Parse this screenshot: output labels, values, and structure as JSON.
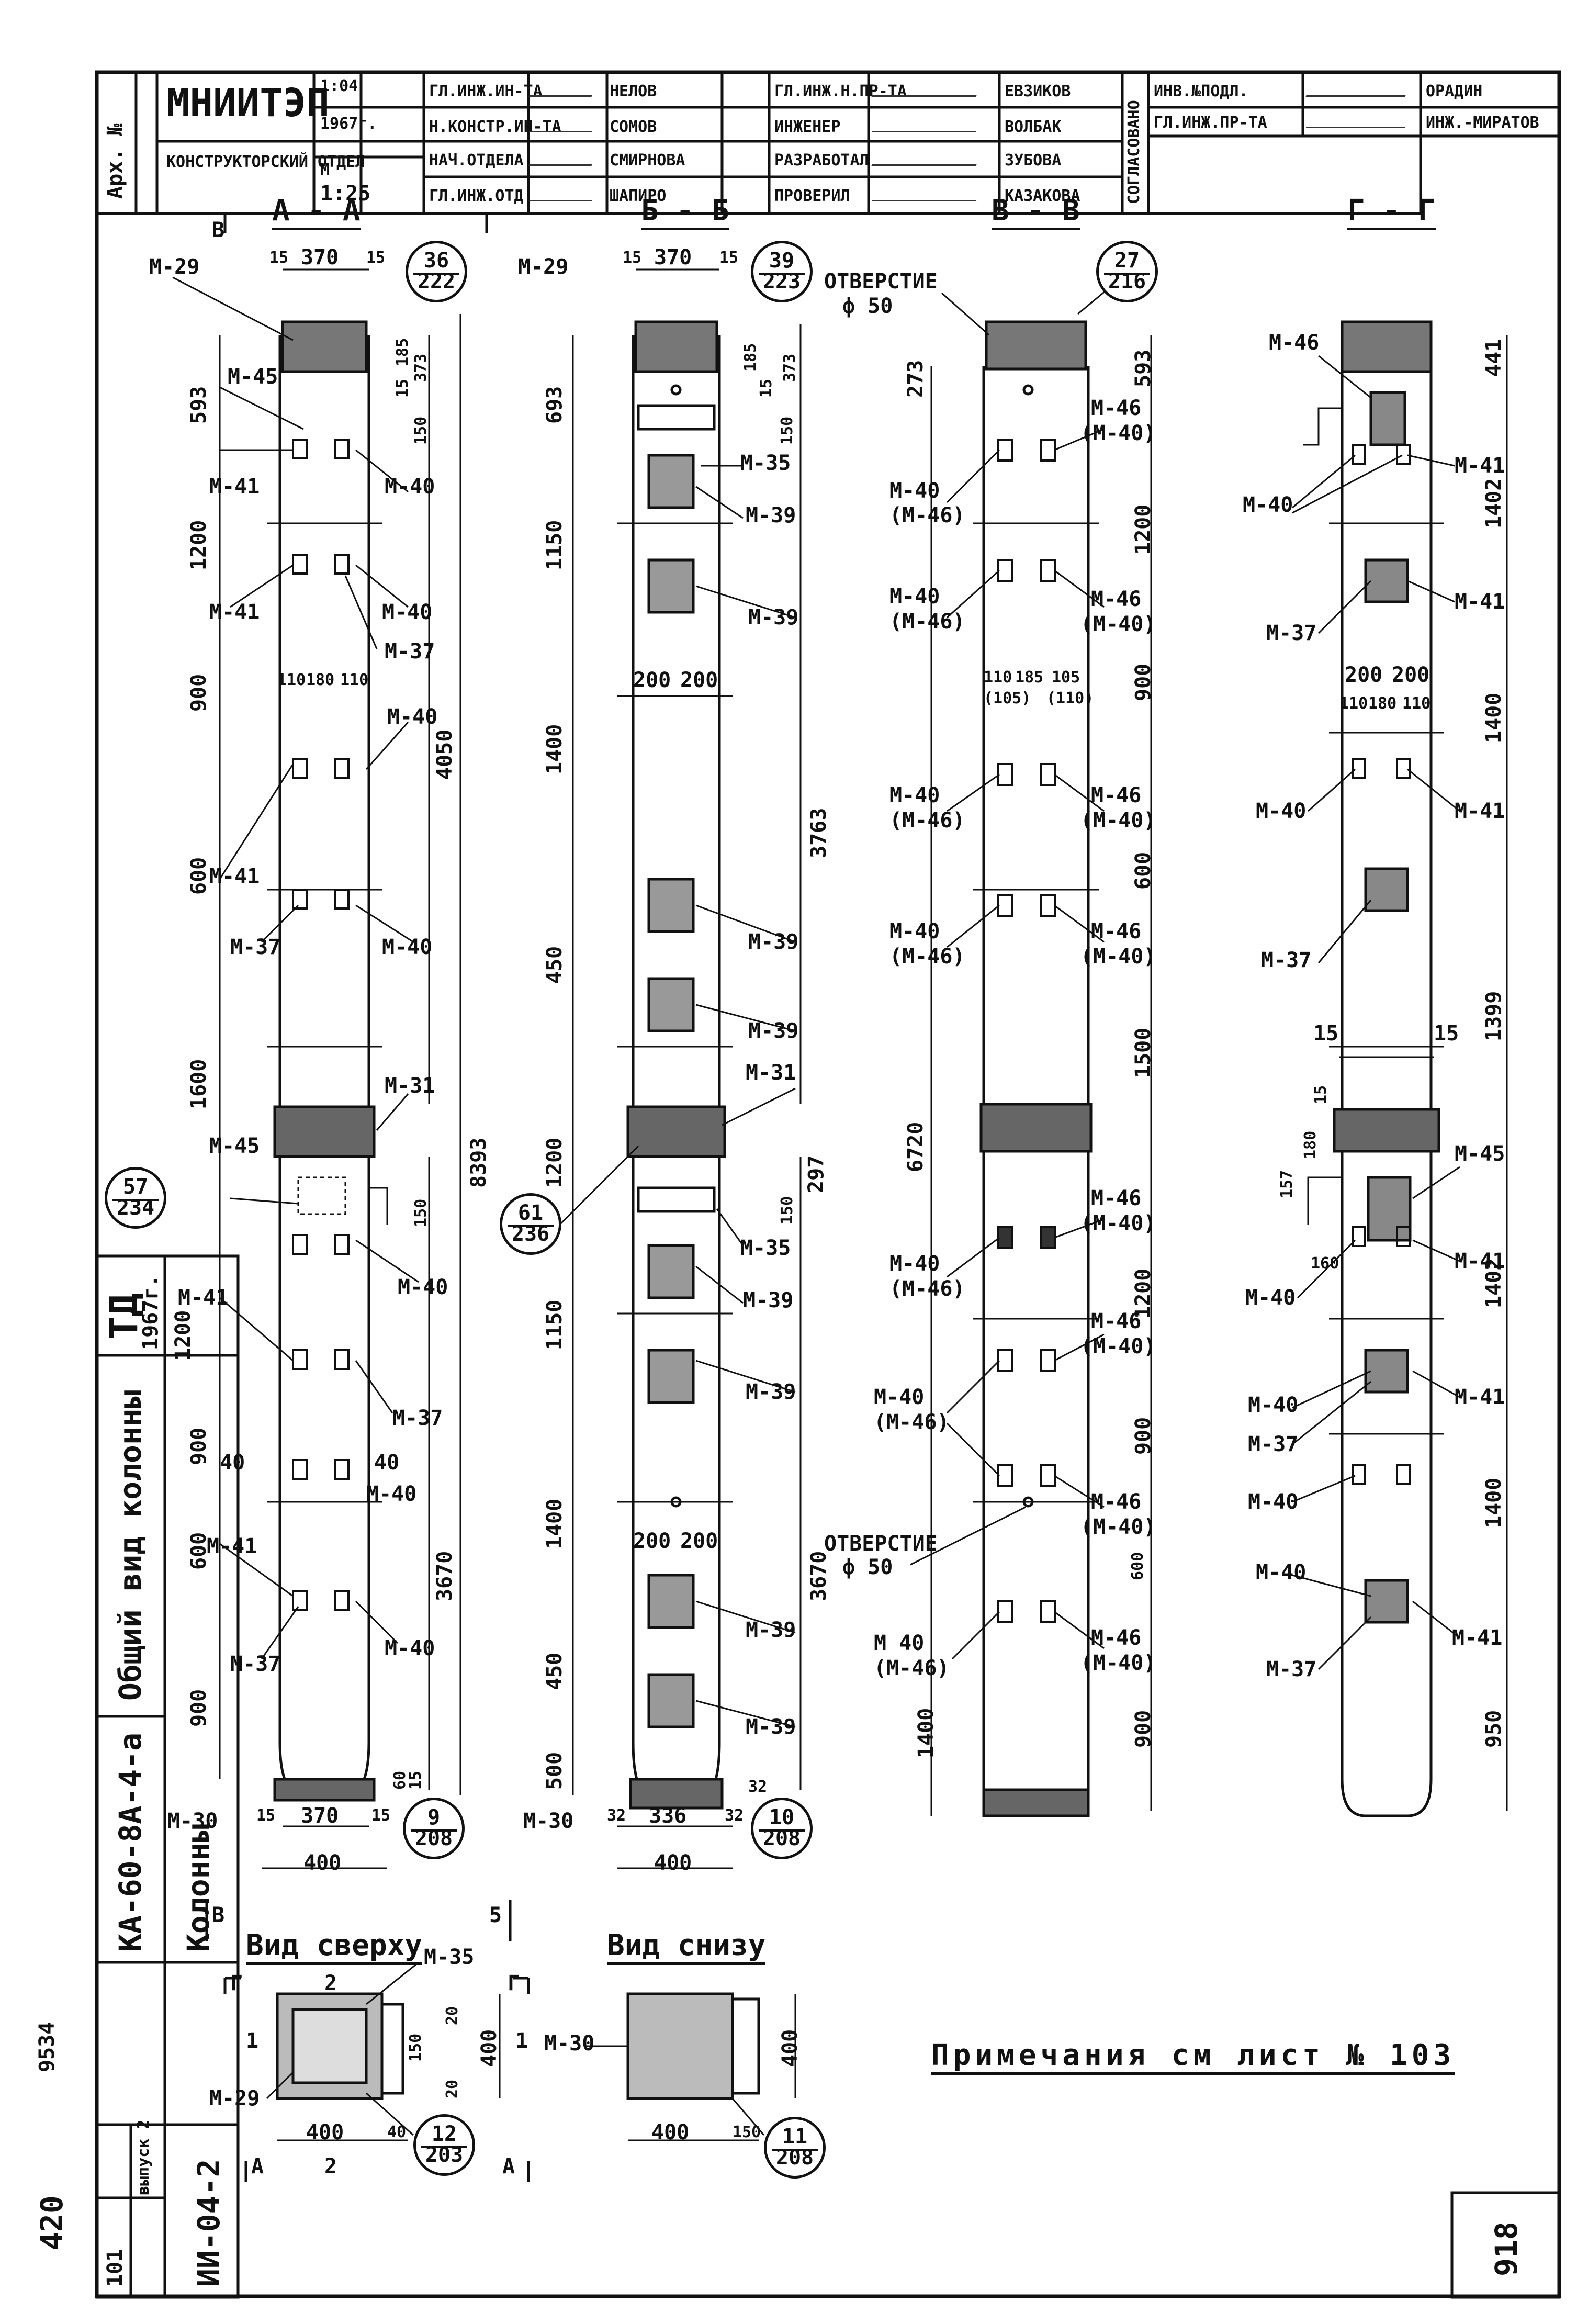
{
  "title_block": {
    "org": "МНИИТЭП",
    "dept": "КОНСТРУКТОРСКИЙ ОТДЕЛ",
    "doc_label": "Арх. №",
    "date_label": "1:04",
    "year": "1967г.",
    "scale_label": "М",
    "scale": "1:25",
    "cells": [
      {
        "role": "ГЛ.ИНЖ.ИН-ТА",
        "name": "НЕЛОВ"
      },
      {
        "role": "Н.КОНСТР.ИН-ТА",
        "name": "СОМОВ"
      },
      {
        "role": "НАЧ.ОТДЕЛА",
        "name": "СМИРНОВА"
      },
      {
        "role": "ГЛ.ИНЖ.ОТД.",
        "name": "ШАПИРО"
      },
      {
        "role": "ГЛ.ИНЖ.Н.ПР-ТА",
        "name": "ЕВЗИКОВ"
      },
      {
        "role": "ИНЖЕНЕР",
        "name": "ВОЛБАК"
      },
      {
        "role": "РАЗРАБОТАЛ",
        "name": "ЗУБОВА"
      },
      {
        "role": "ПРОВЕРИЛ",
        "name": "КАЗАКОВА"
      },
      {
        "role": "ИНВ.№ПОДЛ.",
        "name": "ОРАДИН"
      },
      {
        "role": "ГЛ.ИНЖ.ПР-ТА",
        "name": "ИНЖ.-МИРАТОВ"
      }
    ],
    "approved": "СОГЛАСОВАНО"
  },
  "side_block": {
    "code": "ТД",
    "year": "1967г.",
    "title_1": "Общий вид колонны",
    "title_2": "Колонны",
    "mark": "КА-60-8А-4-а",
    "number": "ИИ-04-2",
    "sheet_label": "выпуск 2",
    "sheet_no": "101",
    "stamp_1": "9534",
    "stamp_2": "420"
  },
  "sections": [
    {
      "id": "aa",
      "label": "А - А"
    },
    {
      "id": "bb",
      "label": "Б - Б"
    },
    {
      "id": "vv",
      "label": "В - В"
    },
    {
      "id": "gg",
      "label": "Г - Г"
    }
  ],
  "section_marks": {
    "b_left": "В",
    "five": "5"
  },
  "views": {
    "top": "Вид сверху",
    "bottom": "Вид снизу"
  },
  "note": "Примечания см лист № 103",
  "sheet_mark": "918",
  "col_aa": {
    "marks": [
      "М-29",
      "М-45",
      "М-41",
      "М-40",
      "М-41",
      "М-40",
      "М-37",
      "М-40",
      "М-41",
      "М-37",
      "М-40",
      "М-31",
      "М-45",
      "М-41",
      "М-40",
      "М-37",
      "М-40",
      "М-41",
      "М-37",
      "М-40",
      "М-30"
    ],
    "dims_left": [
      "593",
      "1200",
      "900",
      "600",
      "1600",
      "1200",
      "900",
      "600",
      "900"
    ],
    "dims_right": [
      "150",
      "4050",
      "8393",
      "3670",
      "150"
    ],
    "top": [
      "15",
      "370",
      "15"
    ],
    "bottom": [
      "15",
      "370",
      "15"
    ],
    "width": "400",
    "small": [
      "185",
      "373",
      "15",
      "110",
      "180",
      "110",
      "40",
      "40",
      "60",
      "15"
    ],
    "circles": [
      {
        "a": "36",
        "b": "222"
      },
      {
        "a": "57",
        "b": "234"
      },
      {
        "a": "9",
        "b": "208"
      }
    ]
  },
  "col_bb": {
    "marks": [
      "М-29",
      "М-35",
      "М-39",
      "М-39",
      "М-39",
      "М-39",
      "М-31",
      "М-35",
      "М-39",
      "М-39",
      "М-39",
      "М-39",
      "М-30"
    ],
    "dims_left": [
      "693",
      "1150",
      "1400",
      "450",
      "1200",
      "1150",
      "1400",
      "450",
      "500"
    ],
    "dims_right": [
      "150",
      "3763",
      "297",
      "150",
      "3670",
      "32"
    ],
    "top": [
      "15",
      "370",
      "15"
    ],
    "bottom": [
      "32",
      "336",
      "32"
    ],
    "width": "400",
    "small": [
      "185",
      "373",
      "15",
      "200",
      "200",
      "200",
      "200"
    ],
    "circles": [
      {
        "a": "39",
        "b": "223"
      },
      {
        "a": "61",
        "b": "236"
      },
      {
        "a": "10",
        "b": "208"
      }
    ]
  },
  "col_vv": {
    "hole": "ОТВЕРСТИЕ",
    "hole_d": "ф 50",
    "marks_left": [
      "М-40",
      "(М-46)",
      "М-40",
      "(М-46)",
      "М-40",
      "(М-46)",
      "М-40",
      "(М-46)",
      "М-40",
      "(М-46)",
      "М-40",
      "(М-46)",
      "М 40",
      "(М-46)"
    ],
    "marks_right": [
      "М-46",
      "(М-40)",
      "М-46",
      "(М-40)",
      "М-46",
      "(М-40)",
      "М-46",
      "(М-40)",
      "М-46",
      "(М-40)",
      "М-46",
      "(М-40)",
      "М-46",
      "(М-40)",
      "М-46",
      "(М-40)"
    ],
    "dims_left": [
      "273",
      "6720",
      "1400"
    ],
    "dims_right": [
      "593",
      "1200",
      "900",
      "600",
      "1500",
      "1200",
      "900",
      "600",
      "900"
    ],
    "small": [
      "110",
      "185",
      "105",
      "(105)",
      "(110)"
    ],
    "circles": [
      {
        "a": "27",
        "b": "216"
      }
    ]
  },
  "col_gg": {
    "marks": [
      "М-46",
      "М-41",
      "М-40",
      "М-37",
      "М-41",
      "М-40",
      "М-41",
      "М-37",
      "М-45",
      "М-41",
      "М-40",
      "М-40",
      "М-41",
      "М-37",
      "М-40",
      "М-40",
      "М-41",
      "М-37"
    ],
    "dims_right": [
      "441",
      "1402",
      "1400",
      "1399",
      "1402",
      "1400",
      "950"
    ],
    "small": [
      "200",
      "200",
      "110",
      "180",
      "110",
      "15",
      "15",
      "15",
      "157",
      "180",
      "160"
    ]
  },
  "top_view": {
    "marks": [
      "М-35",
      "М-29"
    ],
    "dims": [
      "400",
      "400",
      "40",
      "150",
      "20",
      "20"
    ],
    "labels": [
      "1",
      "1",
      "2",
      "2",
      "А",
      "А",
      "Г",
      "Г"
    ],
    "circle": {
      "a": "12",
      "b": "203"
    }
  },
  "bottom_view": {
    "marks": [
      "М-30"
    ],
    "dims": [
      "400",
      "400",
      "150"
    ],
    "circle": {
      "a": "11",
      "b": "208"
    }
  }
}
